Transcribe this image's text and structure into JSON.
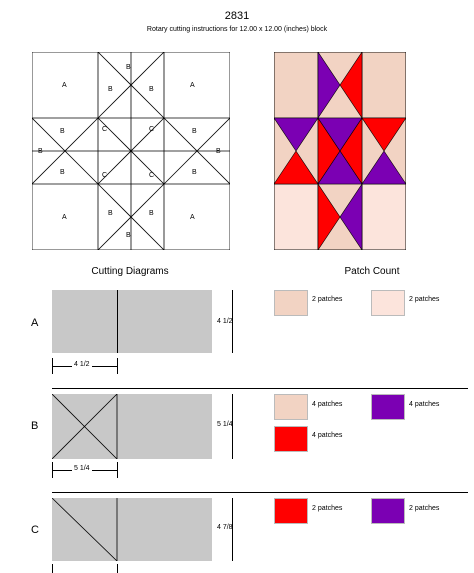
{
  "header": {
    "title": "2831",
    "subtitle": "Rotary cutting instructions for 12.00 x 12.00 (inches) block"
  },
  "colors": {
    "a_tan": "#f2d3c3",
    "a_pale": "#fce4dc",
    "red": "#ff0000",
    "purple": "#7b00b3",
    "gray": "#c8c8c8"
  },
  "block_labels": {
    "a": "A",
    "b": "B",
    "c": "C"
  },
  "sections": {
    "cutting": "Cutting Diagrams",
    "patch": "Patch Count"
  },
  "rows": [
    {
      "label": "A",
      "width_dim": "4 1/2",
      "height_dim": "4 1/2",
      "patches": [
        {
          "color": "#f2d3c3",
          "text": "2 patches"
        },
        {
          "color": "#fce4dc",
          "text": "2 patches"
        }
      ]
    },
    {
      "label": "B",
      "width_dim": "5 1/4",
      "height_dim": "5 1/4",
      "patches": [
        {
          "color": "#f2d3c3",
          "text": "4 patches"
        },
        {
          "color": "#7b00b3",
          "text": "4 patches"
        },
        {
          "color": "#ff0000",
          "text": "4 patches"
        }
      ]
    },
    {
      "label": "C",
      "height_dim": "4 7/8",
      "patches": [
        {
          "color": "#ff0000",
          "text": "2 patches"
        },
        {
          "color": "#7b00b3",
          "text": "2 patches"
        }
      ]
    }
  ]
}
